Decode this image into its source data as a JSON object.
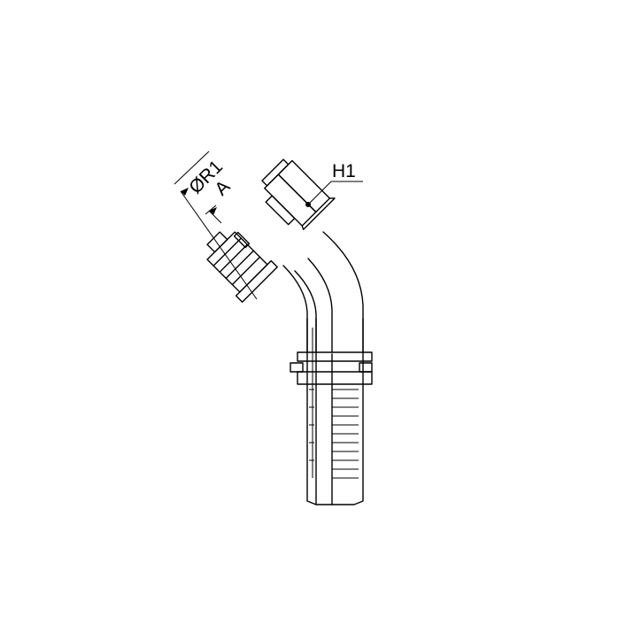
{
  "drawing": {
    "labels": {
      "diameter": "ØR1",
      "dim_a": "A",
      "hex": "H1"
    },
    "line_color": "#000000",
    "background": "#ffffff"
  }
}
